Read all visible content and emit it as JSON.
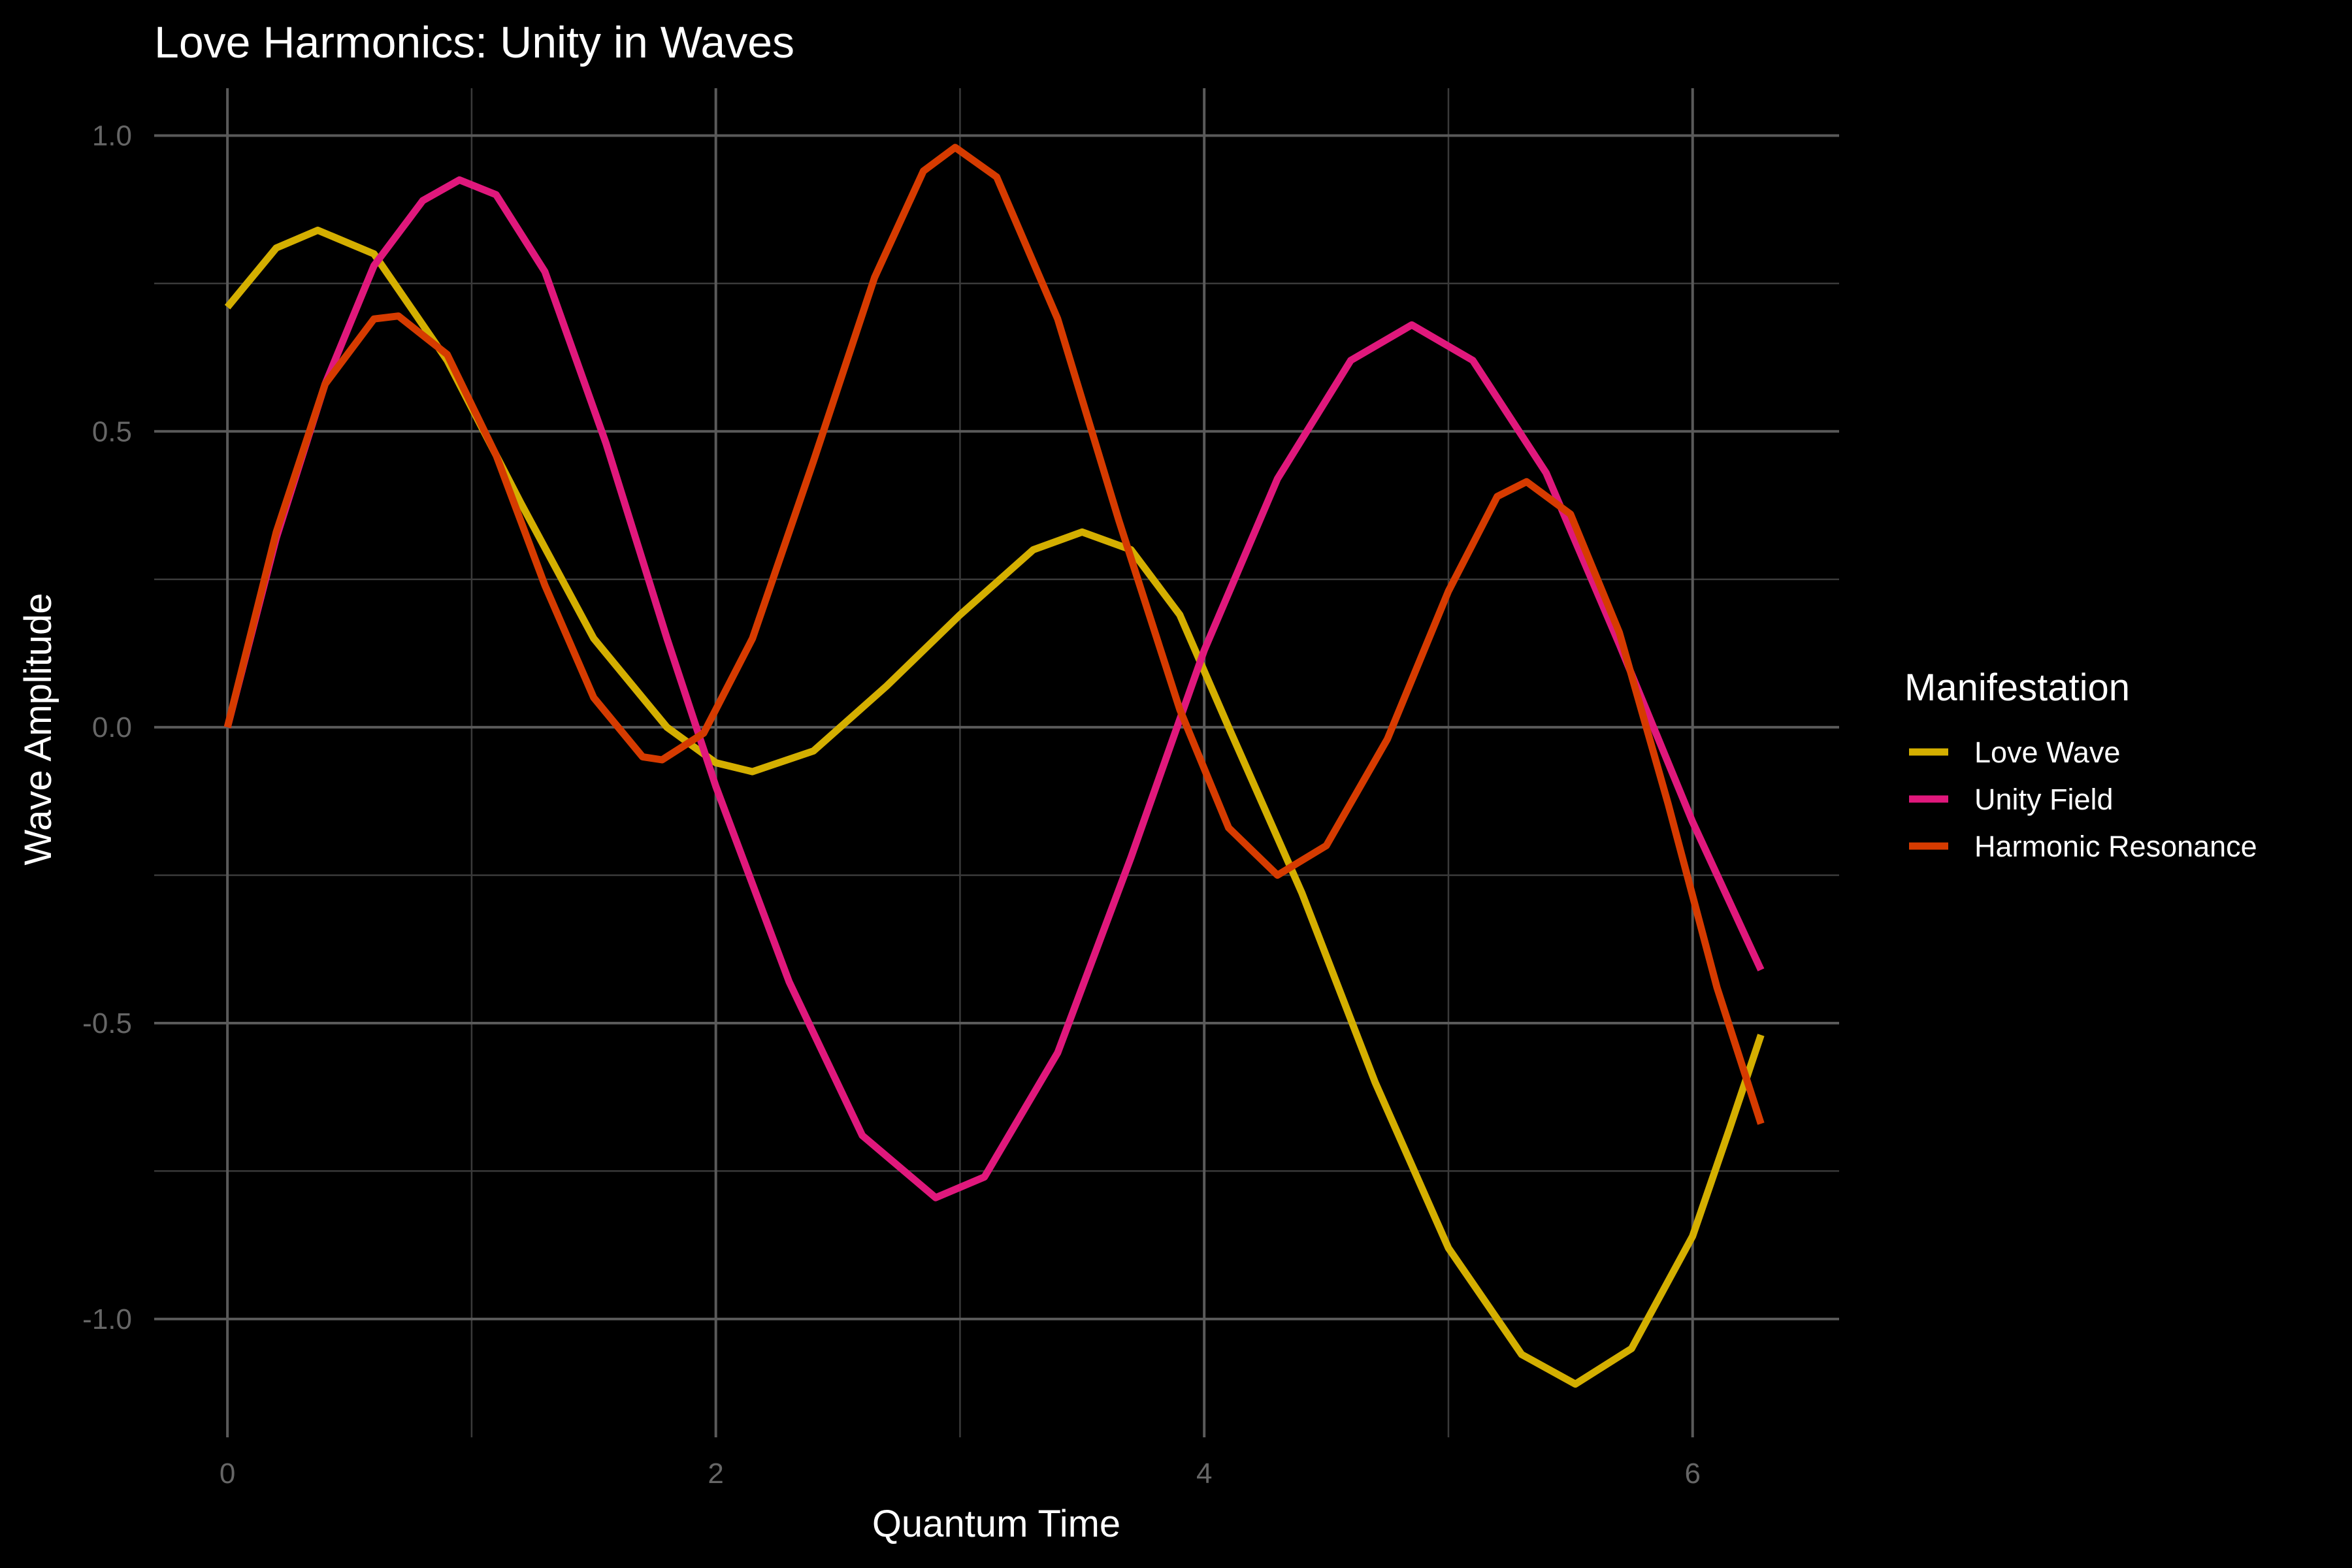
{
  "chart_data": {
    "type": "line",
    "title": "Love Harmonics: Unity in Waves",
    "xlabel": "Quantum Time",
    "ylabel": "Wave Amplitude",
    "xlim": [
      -0.3,
      6.6
    ],
    "ylim": [
      -1.2,
      1.08
    ],
    "x_ticks": [
      0,
      2,
      4,
      6
    ],
    "x_tick_labels": [
      "0",
      "2",
      "4",
      "6"
    ],
    "x_minor_ticks": [
      1,
      3,
      5
    ],
    "y_ticks": [
      -1.0,
      -0.5,
      0.0,
      0.5,
      1.0
    ],
    "y_tick_labels": [
      "-1.0",
      "-0.5",
      "0.0",
      "0.5",
      "1.0"
    ],
    "y_minor_ticks": [
      -0.75,
      -0.25,
      0.25,
      0.75
    ],
    "grid": true,
    "legend": {
      "title": "Manifestation",
      "position": "right"
    },
    "series": [
      {
        "name": "Love Wave",
        "color": "#D4AF00",
        "points": [
          [
            0.0,
            0.71
          ],
          [
            0.2,
            0.81
          ],
          [
            0.37,
            0.84
          ],
          [
            0.6,
            0.8
          ],
          [
            0.9,
            0.62
          ],
          [
            1.2,
            0.38
          ],
          [
            1.5,
            0.15
          ],
          [
            1.8,
            0.0
          ],
          [
            2.0,
            -0.06
          ],
          [
            2.15,
            -0.075
          ],
          [
            2.4,
            -0.04
          ],
          [
            2.7,
            0.07
          ],
          [
            3.0,
            0.19
          ],
          [
            3.3,
            0.3
          ],
          [
            3.5,
            0.33
          ],
          [
            3.7,
            0.3
          ],
          [
            3.9,
            0.19
          ],
          [
            4.1,
            0.0
          ],
          [
            4.4,
            -0.28
          ],
          [
            4.7,
            -0.6
          ],
          [
            5.0,
            -0.88
          ],
          [
            5.3,
            -1.06
          ],
          [
            5.52,
            -1.11
          ],
          [
            5.75,
            -1.05
          ],
          [
            6.0,
            -0.86
          ],
          [
            6.15,
            -0.68
          ],
          [
            6.28,
            -0.52
          ]
        ]
      },
      {
        "name": "Unity Field",
        "color": "#E0187C",
        "points": [
          [
            0.0,
            0.0
          ],
          [
            0.2,
            0.32
          ],
          [
            0.4,
            0.58
          ],
          [
            0.6,
            0.78
          ],
          [
            0.8,
            0.89
          ],
          [
            0.95,
            0.925
          ],
          [
            1.1,
            0.9
          ],
          [
            1.3,
            0.77
          ],
          [
            1.55,
            0.48
          ],
          [
            1.8,
            0.15
          ],
          [
            2.0,
            -0.1
          ],
          [
            2.3,
            -0.43
          ],
          [
            2.6,
            -0.69
          ],
          [
            2.9,
            -0.795
          ],
          [
            3.1,
            -0.76
          ],
          [
            3.4,
            -0.55
          ],
          [
            3.7,
            -0.22
          ],
          [
            4.0,
            0.13
          ],
          [
            4.3,
            0.42
          ],
          [
            4.6,
            0.62
          ],
          [
            4.85,
            0.68
          ],
          [
            5.1,
            0.62
          ],
          [
            5.4,
            0.43
          ],
          [
            5.7,
            0.14
          ],
          [
            6.0,
            -0.16
          ],
          [
            6.28,
            -0.41
          ]
        ]
      },
      {
        "name": "Harmonic Resonance",
        "color": "#D63B00",
        "points": [
          [
            0.0,
            0.0
          ],
          [
            0.2,
            0.33
          ],
          [
            0.4,
            0.58
          ],
          [
            0.6,
            0.69
          ],
          [
            0.7,
            0.695
          ],
          [
            0.9,
            0.63
          ],
          [
            1.1,
            0.46
          ],
          [
            1.3,
            0.24
          ],
          [
            1.5,
            0.05
          ],
          [
            1.7,
            -0.05
          ],
          [
            1.78,
            -0.055
          ],
          [
            1.95,
            -0.01
          ],
          [
            2.15,
            0.15
          ],
          [
            2.4,
            0.45
          ],
          [
            2.65,
            0.76
          ],
          [
            2.85,
            0.94
          ],
          [
            2.98,
            0.98
          ],
          [
            3.15,
            0.93
          ],
          [
            3.4,
            0.69
          ],
          [
            3.65,
            0.35
          ],
          [
            3.9,
            0.03
          ],
          [
            4.1,
            -0.17
          ],
          [
            4.3,
            -0.25
          ],
          [
            4.5,
            -0.2
          ],
          [
            4.75,
            -0.02
          ],
          [
            5.0,
            0.23
          ],
          [
            5.2,
            0.39
          ],
          [
            5.32,
            0.415
          ],
          [
            5.5,
            0.36
          ],
          [
            5.7,
            0.16
          ],
          [
            5.9,
            -0.13
          ],
          [
            6.1,
            -0.44
          ],
          [
            6.28,
            -0.67
          ]
        ]
      }
    ]
  }
}
